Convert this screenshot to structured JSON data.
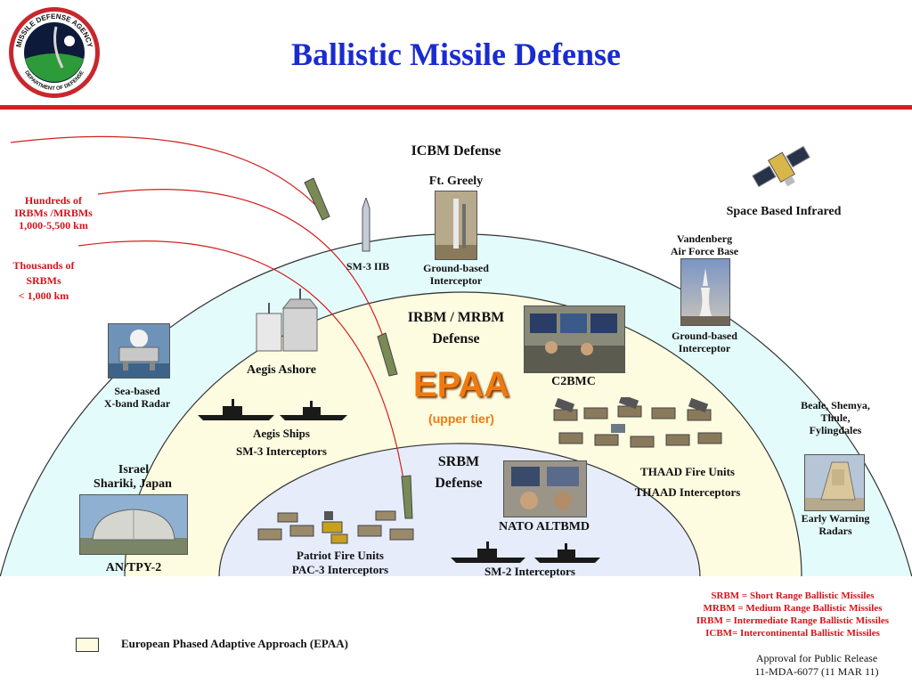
{
  "title": "Ballistic Missile Defense",
  "logo": {
    "ring_top": "MISSILE DEFENSE AGENCY",
    "ring_bottom": "DEPARTMENT OF DEFENSE"
  },
  "zones": {
    "icbm": "ICBM Defense",
    "irbm_line1": "IRBM / MRBM",
    "irbm_line2": "Defense",
    "srbm_line1": "SRBM",
    "srbm_line2": "Defense",
    "epaa": "EPAA",
    "upper_tier": "(upper tier)"
  },
  "threats": {
    "irbm_line1": "Hundreds of",
    "irbm_line2": "IRBMs /MRBMs",
    "irbm_line3": "1,000-5,500 km",
    "srbm_line1": "Thousands of",
    "srbm_line2": "SRBMs",
    "srbm_line3": "< 1,000 km"
  },
  "labels": {
    "ft_greely": "Ft. Greely",
    "sm3_iib": "SM-3 IIB",
    "gbi_line1": "Ground-based",
    "gbi_line2": "Interceptor",
    "space_ir": "Space Based Infrared",
    "vandenberg_line1": "Vandenberg",
    "vandenberg_line2": "Air Force Base",
    "gbi2_line1": "Ground-based",
    "gbi2_line2": "Interceptor",
    "sbx_line1": "Sea-based",
    "sbx_line2": "X-band Radar",
    "aegis_ashore": "Aegis Ashore",
    "c2bmc": "C2BMC",
    "aegis_ships": "Aegis Ships",
    "sm3_interceptors": "SM-3 Interceptors",
    "beale_line1": "Beale, Shemya,",
    "beale_line2": "Thule,",
    "beale_line3": "Fylingdales",
    "israel": "Israel",
    "shariki": "Shariki, Japan",
    "thaad_units": "THAAD Fire Units",
    "thaad_interceptors": "THAAD Interceptors",
    "an_tpy2": "AN/TPY-2",
    "nato_altbmd": "NATO ALTBMD",
    "early_warning_line1": "Early Warning",
    "early_warning_line2": "Radars",
    "patriot_line1": "Patriot Fire Units",
    "patriot_line2": "PAC-3 Interceptors",
    "sm2": "SM-2 Interceptors"
  },
  "legend": {
    "epaa": "European Phased Adaptive Approach (EPAA)"
  },
  "definitions": {
    "srbm": "SRBM = Short Range Ballistic Missiles",
    "mrbm": "MRBM = Medium Range Ballistic Missiles",
    "irbm": "IRBM = Intermediate Range Ballistic Missiles",
    "icbm": "ICBM= Intercontinental Ballistic Missiles"
  },
  "approval": {
    "line1": "Approval for Public Release",
    "line2": "11-MDA-6077 (11 MAR 11)"
  },
  "colors": {
    "title": "#1a2bd0",
    "accent_red": "#d42020",
    "icbm_zone": "#e4fbfb",
    "irbm_zone": "#fdfbe0",
    "srbm_zone": "#e6ecfa",
    "epaa": "#f07a10"
  }
}
